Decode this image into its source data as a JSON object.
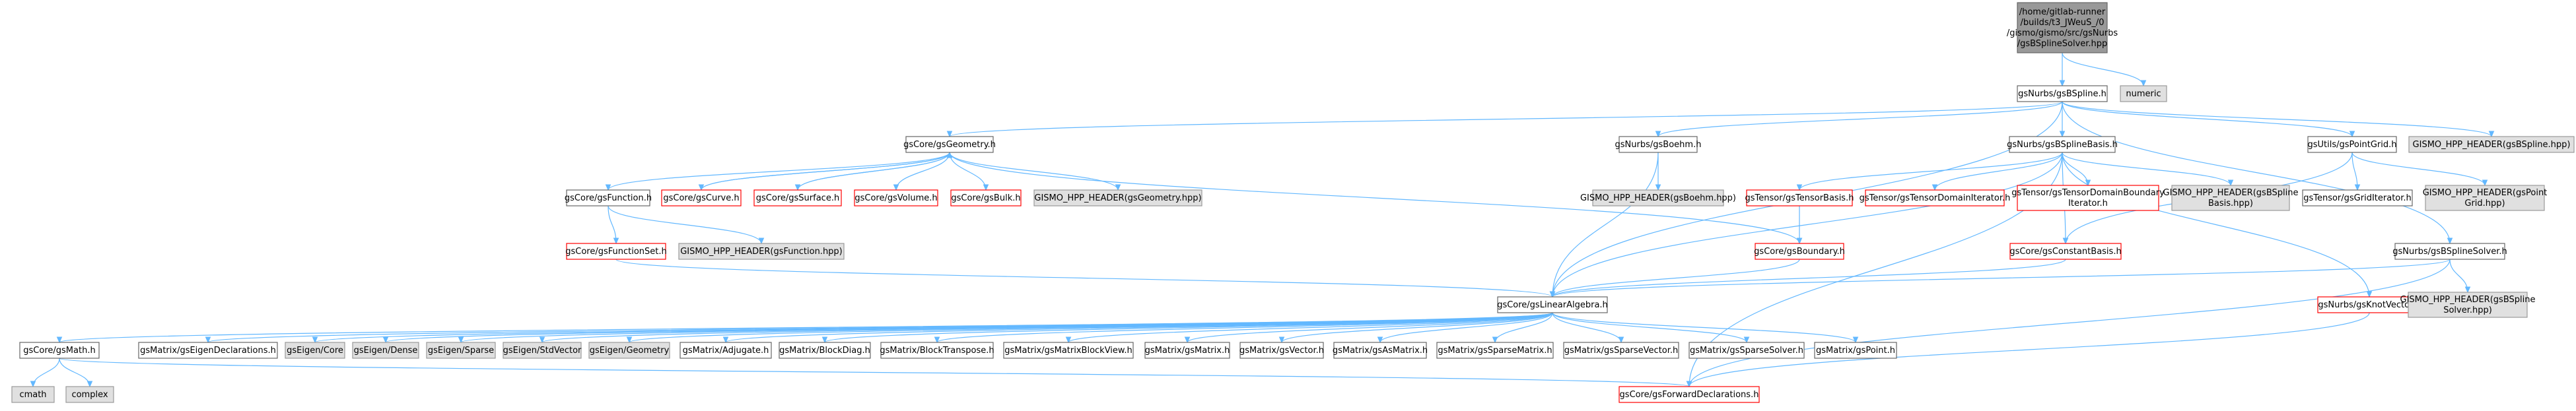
{
  "colors": {
    "edge": "#63b8ff",
    "root_fill": "#999999",
    "root_stroke": "#666666",
    "normal_fill": "#ffffff",
    "normal_stroke": "#666666",
    "external_fill": "#e0e0e0",
    "external_stroke": "#999999",
    "truncated_stroke": "#ff0000"
  },
  "nodes": [
    {
      "id": "root",
      "kind": "root",
      "lines": [
        "/home/gitlab-runner",
        "/builds/t3_JWeuS_/0",
        "/gismo/gismo/src/gsNurbs",
        "/gsBSplineSolver.hpp"
      ]
    },
    {
      "id": "bspline_h",
      "kind": "normal",
      "lines": [
        "gsNurbs/gsBSpline.h"
      ]
    },
    {
      "id": "numeric",
      "kind": "external",
      "lines": [
        "numeric"
      ]
    },
    {
      "id": "geometry_h",
      "kind": "normal",
      "lines": [
        "gsCore/gsGeometry.h"
      ]
    },
    {
      "id": "boehm_h",
      "kind": "normal",
      "lines": [
        "gsNurbs/gsBoehm.h"
      ]
    },
    {
      "id": "bsplinebasis_h",
      "kind": "normal",
      "lines": [
        "gsNurbs/gsBSplineBasis.h"
      ]
    },
    {
      "id": "pointgrid_h",
      "kind": "normal",
      "lines": [
        "gsUtils/gsPointGrid.h"
      ]
    },
    {
      "id": "hpp_bspline",
      "kind": "external",
      "lines": [
        "GISMO_HPP_HEADER(gsBSpline.hpp)"
      ]
    },
    {
      "id": "function_h",
      "kind": "normal",
      "lines": [
        "gsCore/gsFunction.h"
      ]
    },
    {
      "id": "curve_h",
      "kind": "truncated",
      "lines": [
        "gsCore/gsCurve.h"
      ]
    },
    {
      "id": "surface_h",
      "kind": "truncated",
      "lines": [
        "gsCore/gsSurface.h"
      ]
    },
    {
      "id": "volume_h",
      "kind": "truncated",
      "lines": [
        "gsCore/gsVolume.h"
      ]
    },
    {
      "id": "bulk_h",
      "kind": "truncated",
      "lines": [
        "gsCore/gsBulk.h"
      ]
    },
    {
      "id": "hpp_geometry",
      "kind": "external",
      "lines": [
        "GISMO_HPP_HEADER(gsGeometry.hpp)"
      ]
    },
    {
      "id": "hpp_boehm",
      "kind": "external",
      "lines": [
        "GISMO_HPP_HEADER(gsBoehm.hpp)"
      ]
    },
    {
      "id": "tensorbasis_h",
      "kind": "truncated",
      "lines": [
        "gsTensor/gsTensorBasis.h"
      ]
    },
    {
      "id": "tensordomainiter_h",
      "kind": "truncated",
      "lines": [
        "gsTensor/gsTensorDomainIterator.h"
      ]
    },
    {
      "id": "tensordomainbound_h",
      "kind": "truncated",
      "lines": [
        "gsTensor/gsTensorDomainBoundary",
        "Iterator.h"
      ]
    },
    {
      "id": "hpp_bsplinebasis",
      "kind": "external",
      "lines": [
        "GISMO_HPP_HEADER(gsBSpline",
        "Basis.hpp)"
      ]
    },
    {
      "id": "griditerator_h",
      "kind": "normal",
      "lines": [
        "gsTensor/gsGridIterator.h"
      ]
    },
    {
      "id": "hpp_pointgrid",
      "kind": "external",
      "lines": [
        "GISMO_HPP_HEADER(gsPoint",
        "Grid.hpp)"
      ]
    },
    {
      "id": "functionset_h",
      "kind": "truncated",
      "lines": [
        "gsCore/gsFunctionSet.h"
      ]
    },
    {
      "id": "hpp_function",
      "kind": "external",
      "lines": [
        "GISMO_HPP_HEADER(gsFunction.hpp)"
      ]
    },
    {
      "id": "boundary_h",
      "kind": "truncated",
      "lines": [
        "gsCore/gsBoundary.h"
      ]
    },
    {
      "id": "constantbasis_h",
      "kind": "truncated",
      "lines": [
        "gsCore/gsConstantBasis.h"
      ]
    },
    {
      "id": "bsplinesolver_h",
      "kind": "normal",
      "lines": [
        "gsNurbs/gsBSplineSolver.h"
      ]
    },
    {
      "id": "knotvector_h",
      "kind": "truncated",
      "lines": [
        "gsNurbs/gsKnotVector.h"
      ]
    },
    {
      "id": "hpp_bsplinesolver",
      "kind": "external",
      "lines": [
        "GISMO_HPP_HEADER(gsBSpline",
        "Solver.hpp)"
      ]
    },
    {
      "id": "linearalgebra_h",
      "kind": "normal",
      "lines": [
        "gsCore/gsLinearAlgebra.h"
      ]
    },
    {
      "id": "math_h",
      "kind": "normal",
      "lines": [
        "gsCore/gsMath.h"
      ]
    },
    {
      "id": "eigendecl_h",
      "kind": "normal",
      "lines": [
        "gsMatrix/gsEigenDeclarations.h"
      ]
    },
    {
      "id": "eigen_core",
      "kind": "external",
      "lines": [
        "gsEigen/Core"
      ]
    },
    {
      "id": "eigen_dense",
      "kind": "external",
      "lines": [
        "gsEigen/Dense"
      ]
    },
    {
      "id": "eigen_sparse",
      "kind": "external",
      "lines": [
        "gsEigen/Sparse"
      ]
    },
    {
      "id": "eigen_stdvector",
      "kind": "external",
      "lines": [
        "gsEigen/StdVector"
      ]
    },
    {
      "id": "eigen_geometry",
      "kind": "external",
      "lines": [
        "gsEigen/Geometry"
      ]
    },
    {
      "id": "adjugate_h",
      "kind": "normal",
      "lines": [
        "gsMatrix/Adjugate.h"
      ]
    },
    {
      "id": "blockdiag_h",
      "kind": "normal",
      "lines": [
        "gsMatrix/BlockDiag.h"
      ]
    },
    {
      "id": "blocktranspose_h",
      "kind": "normal",
      "lines": [
        "gsMatrix/BlockTranspose.h"
      ]
    },
    {
      "id": "matrixblockview_h",
      "kind": "normal",
      "lines": [
        "gsMatrix/gsMatrixBlockView.h"
      ]
    },
    {
      "id": "matrix_h",
      "kind": "normal",
      "lines": [
        "gsMatrix/gsMatrix.h"
      ]
    },
    {
      "id": "vector_h",
      "kind": "normal",
      "lines": [
        "gsMatrix/gsVector.h"
      ]
    },
    {
      "id": "asmatrix_h",
      "kind": "normal",
      "lines": [
        "gsMatrix/gsAsMatrix.h"
      ]
    },
    {
      "id": "sparsematrix_h",
      "kind": "normal",
      "lines": [
        "gsMatrix/gsSparseMatrix.h"
      ]
    },
    {
      "id": "sparsevector_h",
      "kind": "normal",
      "lines": [
        "gsMatrix/gsSparseVector.h"
      ]
    },
    {
      "id": "sparsesolver_h",
      "kind": "normal",
      "lines": [
        "gsMatrix/gsSparseSolver.h"
      ]
    },
    {
      "id": "point_h",
      "kind": "normal",
      "lines": [
        "gsMatrix/gsPoint.h"
      ]
    },
    {
      "id": "cmath",
      "kind": "external",
      "lines": [
        "cmath"
      ]
    },
    {
      "id": "complex",
      "kind": "external",
      "lines": [
        "complex"
      ]
    },
    {
      "id": "forwarddecl_h",
      "kind": "truncated",
      "lines": [
        "gsCore/gsForwardDeclarations.h"
      ]
    }
  ],
  "edges": [
    [
      "root",
      "bspline_h"
    ],
    [
      "root",
      "numeric"
    ],
    [
      "bspline_h",
      "geometry_h"
    ],
    [
      "bspline_h",
      "boehm_h"
    ],
    [
      "bspline_h",
      "bsplinebasis_h"
    ],
    [
      "bspline_h",
      "pointgrid_h"
    ],
    [
      "bspline_h",
      "hpp_bspline"
    ],
    [
      "bspline_h",
      "bsplinesolver_h"
    ],
    [
      "bspline_h",
      "linearalgebra_h"
    ],
    [
      "geometry_h",
      "function_h"
    ],
    [
      "geometry_h",
      "curve_h"
    ],
    [
      "geometry_h",
      "surface_h"
    ],
    [
      "geometry_h",
      "volume_h"
    ],
    [
      "geometry_h",
      "bulk_h"
    ],
    [
      "geometry_h",
      "hpp_geometry"
    ],
    [
      "geometry_h",
      "boundary_h"
    ],
    [
      "curve_h",
      "geometry_h"
    ],
    [
      "surface_h",
      "geometry_h"
    ],
    [
      "function_h",
      "functionset_h"
    ],
    [
      "function_h",
      "hpp_function"
    ],
    [
      "functionset_h",
      "linearalgebra_h"
    ],
    [
      "boehm_h",
      "hpp_boehm"
    ],
    [
      "boehm_h",
      "linearalgebra_h"
    ],
    [
      "bsplinebasis_h",
      "tensorbasis_h"
    ],
    [
      "bsplinebasis_h",
      "tensordomainiter_h"
    ],
    [
      "bsplinebasis_h",
      "tensordomainbound_h"
    ],
    [
      "bsplinebasis_h",
      "hpp_bsplinebasis"
    ],
    [
      "bsplinebasis_h",
      "constantbasis_h"
    ],
    [
      "bsplinebasis_h",
      "knotvector_h"
    ],
    [
      "bsplinebasis_h",
      "forwarddecl_h"
    ],
    [
      "bsplinebasis_h",
      "linearalgebra_h"
    ],
    [
      "tensorbasis_h",
      "boundary_h"
    ],
    [
      "boundary_h",
      "linearalgebra_h"
    ],
    [
      "constantbasis_h",
      "linearalgebra_h"
    ],
    [
      "pointgrid_h",
      "griditerator_h"
    ],
    [
      "pointgrid_h",
      "hpp_pointgrid"
    ],
    [
      "pointgrid_h",
      "constantbasis_h"
    ],
    [
      "bsplinesolver_h",
      "hpp_bsplinesolver"
    ],
    [
      "bsplinesolver_h",
      "linearalgebra_h"
    ],
    [
      "bsplinesolver_h",
      "forwarddecl_h"
    ],
    [
      "knotvector_h",
      "forwarddecl_h"
    ],
    [
      "linearalgebra_h",
      "math_h"
    ],
    [
      "linearalgebra_h",
      "eigendecl_h"
    ],
    [
      "linearalgebra_h",
      "eigen_core"
    ],
    [
      "linearalgebra_h",
      "eigen_dense"
    ],
    [
      "linearalgebra_h",
      "eigen_sparse"
    ],
    [
      "linearalgebra_h",
      "eigen_stdvector"
    ],
    [
      "linearalgebra_h",
      "eigen_geometry"
    ],
    [
      "linearalgebra_h",
      "adjugate_h"
    ],
    [
      "linearalgebra_h",
      "blockdiag_h"
    ],
    [
      "linearalgebra_h",
      "blocktranspose_h"
    ],
    [
      "linearalgebra_h",
      "matrixblockview_h"
    ],
    [
      "linearalgebra_h",
      "matrix_h"
    ],
    [
      "linearalgebra_h",
      "vector_h"
    ],
    [
      "linearalgebra_h",
      "asmatrix_h"
    ],
    [
      "linearalgebra_h",
      "sparsematrix_h"
    ],
    [
      "linearalgebra_h",
      "sparsevector_h"
    ],
    [
      "linearalgebra_h",
      "sparsesolver_h"
    ],
    [
      "linearalgebra_h",
      "point_h"
    ],
    [
      "math_h",
      "cmath"
    ],
    [
      "math_h",
      "complex"
    ],
    [
      "math_h",
      "forwarddecl_h"
    ]
  ]
}
